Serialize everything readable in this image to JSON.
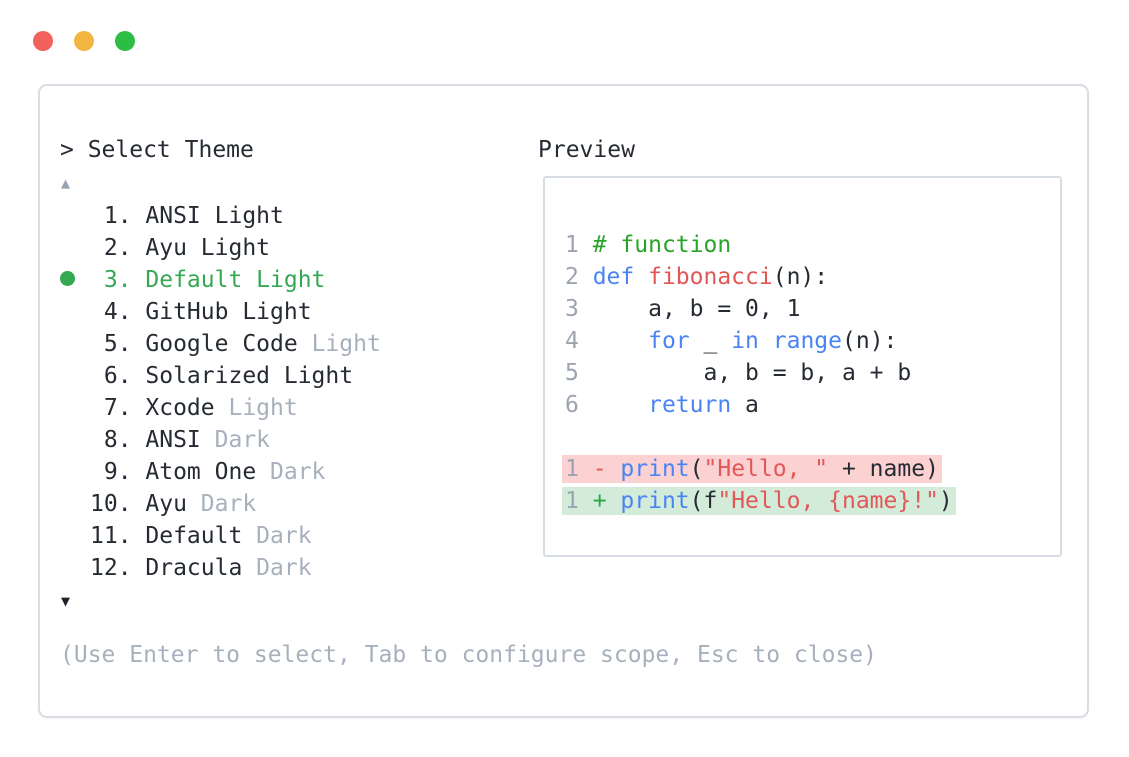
{
  "window": {
    "controls": [
      {
        "name": "close",
        "color": "#f2615b"
      },
      {
        "name": "minimize",
        "color": "#f2b540"
      },
      {
        "name": "zoom",
        "color": "#2cbe44"
      }
    ]
  },
  "theme_picker": {
    "prompt": "> Select Theme",
    "scroll_up_icon": "▲",
    "scroll_down_icon": "▼",
    "items": [
      {
        "number": " 1.",
        "name": "ANSI Light",
        "suffix": "",
        "selected": false
      },
      {
        "number": " 2.",
        "name": "Ayu Light",
        "suffix": "",
        "selected": false
      },
      {
        "number": " 3.",
        "name": "Default Light",
        "suffix": "",
        "selected": true
      },
      {
        "number": " 4.",
        "name": "GitHub Light",
        "suffix": "",
        "selected": false
      },
      {
        "number": " 5.",
        "name": "Google Code",
        "suffix": "Light",
        "selected": false
      },
      {
        "number": " 6.",
        "name": "Solarized Light",
        "suffix": "",
        "selected": false
      },
      {
        "number": " 7.",
        "name": "Xcode",
        "suffix": "Light",
        "selected": false
      },
      {
        "number": " 8.",
        "name": "ANSI",
        "suffix": "Dark",
        "selected": false
      },
      {
        "number": " 9.",
        "name": "Atom One",
        "suffix": "Dark",
        "selected": false
      },
      {
        "number": "10.",
        "name": "Ayu",
        "suffix": "Dark",
        "selected": false
      },
      {
        "number": "11.",
        "name": "Default",
        "suffix": "Dark",
        "selected": false
      },
      {
        "number": "12.",
        "name": "Dracula",
        "suffix": "Dark",
        "selected": false
      }
    ],
    "hint": "(Use Enter to select, Tab to configure scope, Esc to close)"
  },
  "preview": {
    "label": "Preview",
    "code_lines": [
      {
        "num": "1",
        "hl": "none",
        "tokens": [
          [
            "# function",
            "comment"
          ]
        ]
      },
      {
        "num": "2",
        "hl": "none",
        "tokens": [
          [
            "def ",
            "keyword"
          ],
          [
            "fibonacci",
            "function"
          ],
          [
            "(n):",
            "plain"
          ]
        ]
      },
      {
        "num": "3",
        "hl": "none",
        "tokens": [
          [
            "    a, b = 0, 1",
            "plain"
          ]
        ]
      },
      {
        "num": "4",
        "hl": "none",
        "tokens": [
          [
            "    ",
            "plain"
          ],
          [
            "for",
            "keyword"
          ],
          [
            " _ ",
            "plain"
          ],
          [
            "in",
            "keyword"
          ],
          [
            " ",
            "plain"
          ],
          [
            "range",
            "keyword"
          ],
          [
            "(n):",
            "plain"
          ]
        ]
      },
      {
        "num": "5",
        "hl": "none",
        "tokens": [
          [
            "        a, b = b, a + b",
            "plain"
          ]
        ]
      },
      {
        "num": "6",
        "hl": "none",
        "tokens": [
          [
            "    ",
            "plain"
          ],
          [
            "return",
            "keyword"
          ],
          [
            " a",
            "plain"
          ]
        ]
      },
      {
        "num": "",
        "hl": "none",
        "tokens": []
      },
      {
        "num": "1",
        "hl": "removed",
        "tokens": [
          [
            "- ",
            "removed-sign"
          ],
          [
            "print",
            "keyword"
          ],
          [
            "(",
            "plain"
          ],
          [
            "\"Hello, \"",
            "string"
          ],
          [
            " + name)",
            "plain"
          ]
        ]
      },
      {
        "num": "1",
        "hl": "added",
        "tokens": [
          [
            "+ ",
            "added-sign"
          ],
          [
            "print",
            "keyword"
          ],
          [
            "(f",
            "plain"
          ],
          [
            "\"Hello, {name}!\"",
            "string"
          ],
          [
            ")",
            "plain"
          ]
        ]
      }
    ]
  },
  "colors": {
    "text": "#262b33",
    "muted_text": "#a7b0bd",
    "line_number": "#9ba4b0",
    "selected_green": "#35a853",
    "comment_green": "#28a428",
    "keyword_blue": "#4a84f4",
    "string_red": "#e25757",
    "diff_removed_bg": "#fbd1d1",
    "diff_added_bg": "#d2ecd9",
    "scroll_up_gray": "#97a3b3",
    "panel_border": "#d9dee4"
  }
}
